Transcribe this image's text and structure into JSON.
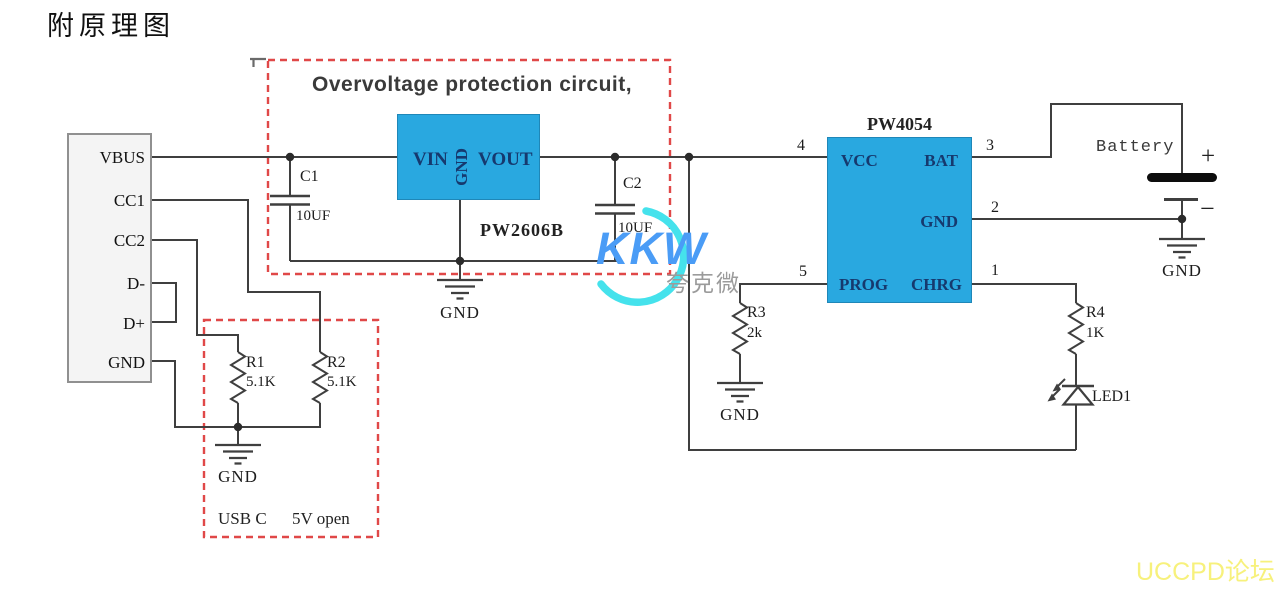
{
  "page": {
    "title": "附原理图",
    "footer_watermark": "UCCPD论坛"
  },
  "watermark": {
    "brand": "KKW",
    "brand_cn": "夸克微"
  },
  "colors": {
    "chip_blue": "#29a8e0",
    "chip_text_navy": "#16396e",
    "dashed_red": "#e04848",
    "wire": "#3f3f3f",
    "kkw_blue": "#4a9cf6",
    "kkw_cyan": "#45e2ec",
    "footer_yellow": "#f7f17c"
  },
  "usb_connector": {
    "pins": {
      "vbus": "VBUS",
      "cc1": "CC1",
      "cc2": "CC2",
      "dminus": "D-",
      "dplus": "D+",
      "gnd": "GND"
    },
    "caption_left": "USB C",
    "caption_right": "5V open"
  },
  "ovp": {
    "title": "Overvoltage protection circuit,",
    "chip": {
      "part": "PW2606B",
      "pin_vin": "VIN",
      "pin_gnd": "GND",
      "pin_vout": "VOUT"
    },
    "c1": {
      "ref": "C1",
      "value": "10UF"
    },
    "c2": {
      "ref": "C2",
      "value": "10UF"
    }
  },
  "charger": {
    "part": "PW4054",
    "pin_vcc": "VCC",
    "pin_bat": "BAT",
    "pin_gnd": "GND",
    "pin_prog": "PROG",
    "pin_chrg": "CHRG",
    "num_vcc": "4",
    "num_bat": "3",
    "num_gnd": "2",
    "num_prog": "5",
    "num_chrg": "1"
  },
  "battery": {
    "label": "Battery",
    "plus": "+",
    "minus": "−"
  },
  "components": {
    "r1": {
      "ref": "R1",
      "value": "5.1K"
    },
    "r2": {
      "ref": "R2",
      "value": "5.1K"
    },
    "r3": {
      "ref": "R3",
      "value": "2k"
    },
    "r4": {
      "ref": "R4",
      "value": "1K"
    },
    "led1": {
      "ref": "LED1"
    }
  },
  "gnd_label": "GND"
}
